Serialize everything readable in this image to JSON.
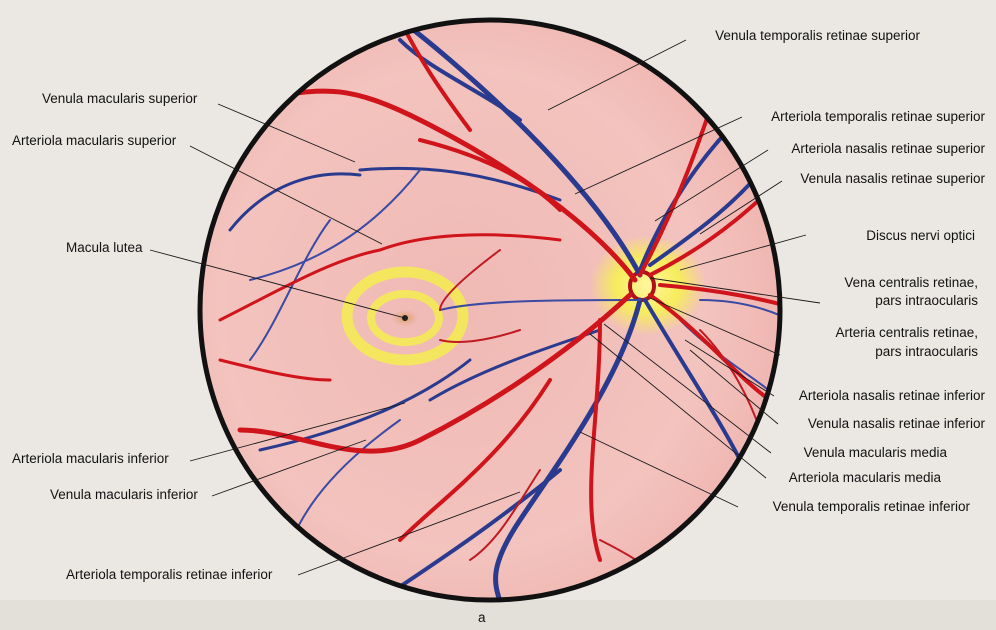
{
  "figure_caption": "a",
  "labels_left": [
    {
      "id": "venula-macularis-superior",
      "text": "Venula macularis superior"
    },
    {
      "id": "arteriola-macularis-superior",
      "text": "Arteriola macularis superior"
    },
    {
      "id": "macula-lutea",
      "text": "Macula lutea"
    },
    {
      "id": "arteriola-macularis-inferior",
      "text": "Arteriola macularis inferior"
    },
    {
      "id": "venula-macularis-inferior",
      "text": "Venula macularis inferior"
    },
    {
      "id": "arteriola-temporalis-retinae-inferior",
      "text": "Arteriola temporalis retinae inferior"
    }
  ],
  "labels_right": [
    {
      "id": "venula-temporalis-retinae-superior",
      "text": "Venula temporalis retinae superior"
    },
    {
      "id": "arteriola-temporalis-retinae-superior",
      "text": "Arteriola temporalis retinae superior"
    },
    {
      "id": "arteriola-nasalis-retinae-superior",
      "text": "Arteriola nasalis retinae superior"
    },
    {
      "id": "venula-nasalis-retinae-superior",
      "text": "Venula nasalis retinae superior"
    },
    {
      "id": "discus-nervi-optici",
      "text": "Discus nervi optici"
    },
    {
      "id": "vena-centralis-retinae",
      "lines": [
        "Vena centralis retinae,",
        "pars intraocularis"
      ]
    },
    {
      "id": "arteria-centralis-retinae",
      "lines": [
        "Arteria centralis retinae,",
        "pars intraocularis"
      ]
    },
    {
      "id": "arteriola-nasalis-retinae-inferior",
      "text": "Arteriola nasalis retinae inferior"
    },
    {
      "id": "venula-nasalis-retinae-inferior",
      "text": "Venula nasalis retinae inferior"
    },
    {
      "id": "venula-macularis-media",
      "text": "Venula macularis media"
    },
    {
      "id": "arteriola-macularis-media",
      "text": "Arteriola macularis media"
    },
    {
      "id": "venula-temporalis-retinae-inferior",
      "text": "Venula temporalis retinae inferior"
    }
  ],
  "colors": {
    "retina_background": "#f2bdb8",
    "artery": "#d0141c",
    "vein": "#2a3b8f",
    "macula": "#f4ea55",
    "optic_disc": "#f7ee6a",
    "rim": "#111111"
  }
}
